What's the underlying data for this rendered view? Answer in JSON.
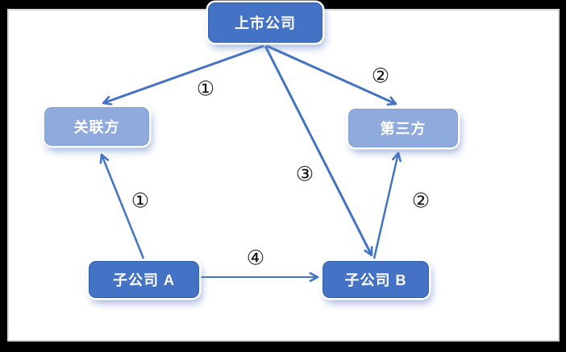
{
  "diagram": {
    "title": "related-party-transaction-structure",
    "nodes": [
      {
        "id": "listed-company",
        "label": "上市公司",
        "style": "primary"
      },
      {
        "id": "related-party",
        "label": "关联方",
        "style": "light"
      },
      {
        "id": "third-party",
        "label": "第三方",
        "style": "light"
      },
      {
        "id": "subsidiary-a",
        "label": "子公司 A",
        "style": "primary"
      },
      {
        "id": "subsidiary-b",
        "label": "子公司 B",
        "style": "primary"
      }
    ],
    "edges": [
      {
        "from": "listed-company",
        "to": "related-party",
        "label": "①"
      },
      {
        "from": "listed-company",
        "to": "third-party",
        "label": "②"
      },
      {
        "from": "listed-company",
        "to": "subsidiary-b",
        "label": "③"
      },
      {
        "from": "subsidiary-a",
        "to": "related-party",
        "label": "①"
      },
      {
        "from": "subsidiary-b",
        "to": "third-party",
        "label": "②"
      },
      {
        "from": "subsidiary-a",
        "to": "subsidiary-b",
        "label": "④"
      }
    ],
    "colors": {
      "node_primary": "#4472C4",
      "node_light": "#8FAADC",
      "node_text": "#FFFFFF",
      "arrow": "#4472C4",
      "edge_label": "#111111",
      "frame": "#000000",
      "background": "#FFFFFF"
    }
  }
}
